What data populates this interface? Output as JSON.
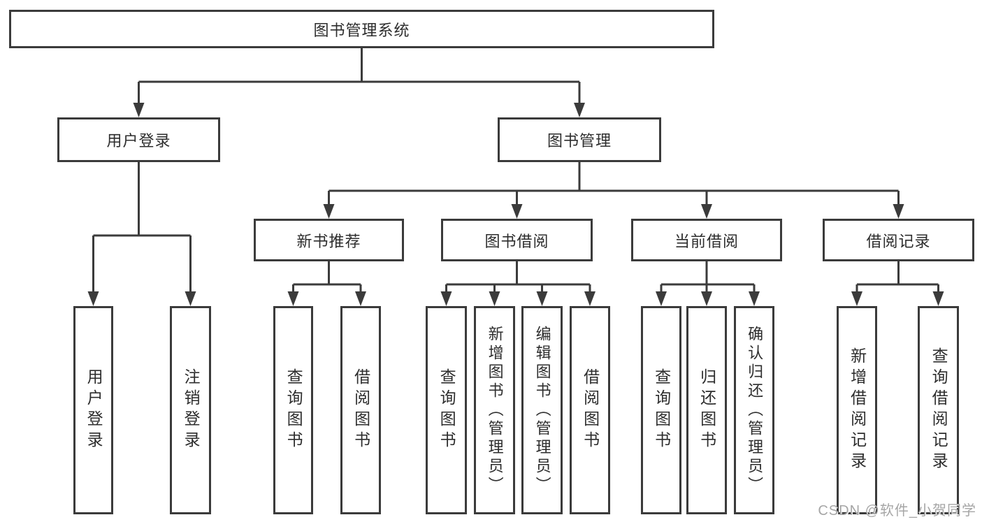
{
  "diagram": {
    "root": {
      "label": "图书管理系统"
    },
    "level1": [
      {
        "label": "用户登录"
      },
      {
        "label": "图书管理"
      }
    ],
    "level2": [
      {
        "label": "新书推荐"
      },
      {
        "label": "图书借阅"
      },
      {
        "label": "当前借阅"
      },
      {
        "label": "借阅记录"
      }
    ],
    "leaves": {
      "user_login": [
        {
          "label": "用户登录"
        },
        {
          "label": "注销登录"
        }
      ],
      "new_book_recommend": [
        {
          "label": "查询图书"
        },
        {
          "label": "借阅图书"
        }
      ],
      "book_borrow": [
        {
          "label": "查询图书"
        },
        {
          "label": "新增图书（管理员）"
        },
        {
          "label": "编辑图书（管理员）"
        },
        {
          "label": "借阅图书"
        }
      ],
      "current_borrow": [
        {
          "label": "查询图书"
        },
        {
          "label": "归还图书"
        },
        {
          "label": "确认归还（管理员）"
        }
      ],
      "borrow_records": [
        {
          "label": "新增借阅记录"
        },
        {
          "label": "查询借阅记录"
        }
      ]
    }
  },
  "watermark": {
    "text": "CSDN @软件_小贺同学"
  },
  "colors": {
    "line": "#3b3b3b",
    "border": "#3b3b3b",
    "text": "#2d2d2d",
    "background": "#ffffff",
    "watermark": "#a6a6a6"
  }
}
